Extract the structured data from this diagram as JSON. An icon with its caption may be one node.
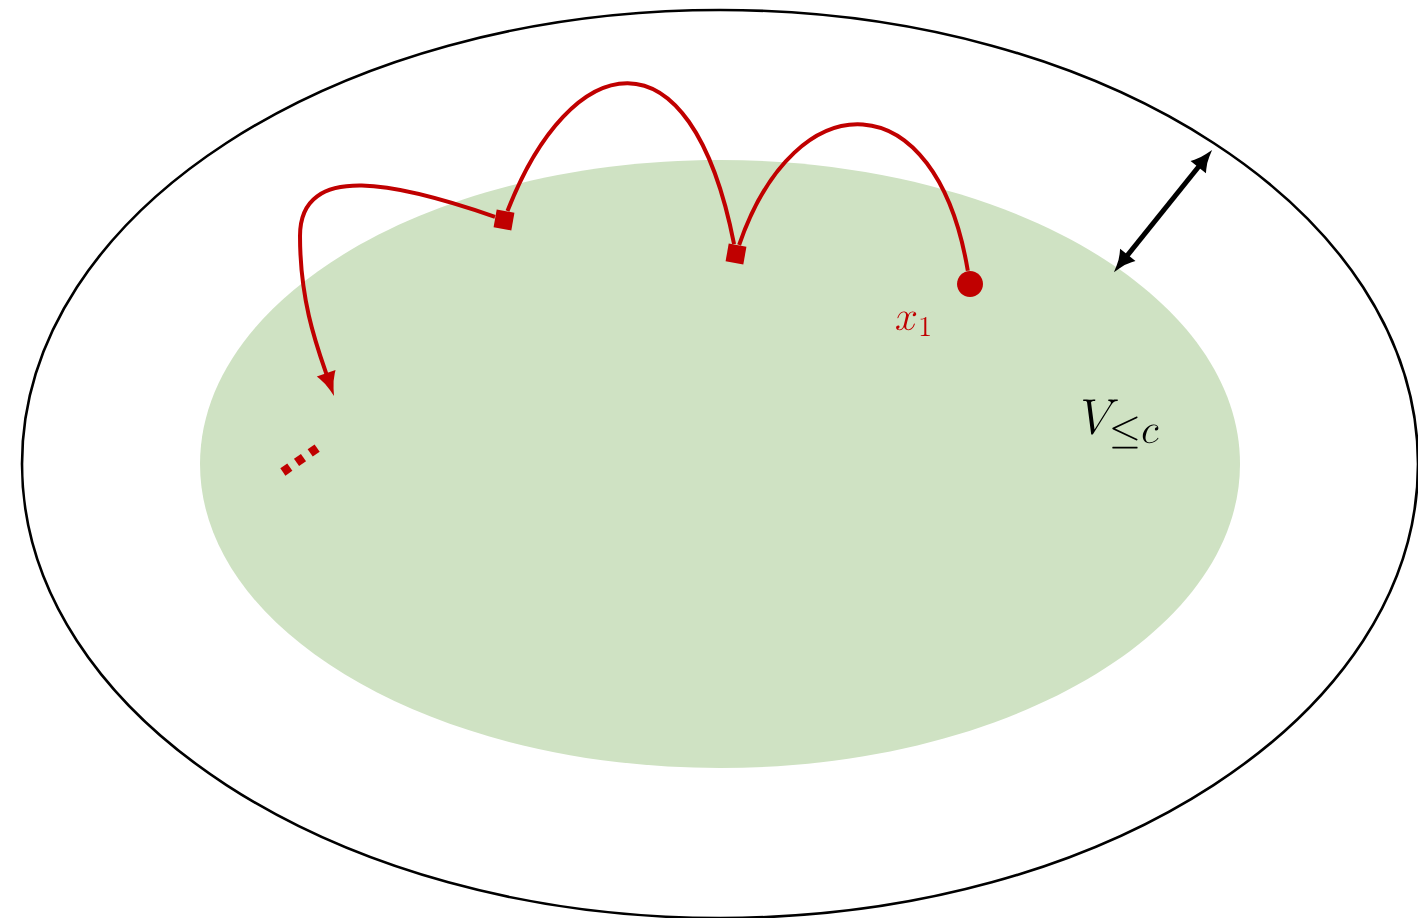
{
  "diagram": {
    "nodes": [
      {
        "text": [],
        "shape": "ellipse"
      },
      {
        "text": [
          "V_{\\le c}"
        ],
        "in": 0
      },
      {
        "text": [],
        "shape": "circle",
        "beside": [
          "x_1"
        ],
        "in": 1
      },
      {
        "text": [],
        "shape": "box",
        "in": 1
      },
      {
        "text": [],
        "shape": "box",
        "in": 1
      }
    ],
    "edges": [
      {
        "from": 2,
        "to": 3,
        "arrow": "none"
      },
      {
        "from": 3,
        "to": 4,
        "arrow": "none"
      },
      {
        "from": 4,
        "to": null,
        "arrow": "to"
      }
    ],
    "labels": [
      "..."
    ]
  }
}
